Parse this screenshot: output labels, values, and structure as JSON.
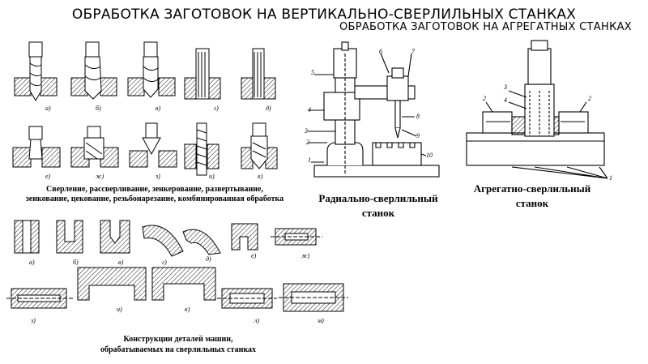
{
  "title": "ОБРАБОТКА ЗАГОТОВОК НА ВЕРТИКАЛЬНО-СВЕРЛИЛЬНЫХ СТАНКАХ",
  "subtitle": "ОБРАБОТКА ЗАГОТОВОК НА АГРЕГАТНЫХ СТАНКАХ",
  "operations_caption": {
    "line1": "Сверление, рассверливание, зенкерование, развертывание,",
    "line2": "зенкование, цекование, резьбонарезание, комбинированная обработка"
  },
  "operations_figure": {
    "row1_labels": [
      "а)",
      "б)",
      "в)",
      "г)",
      "д)"
    ],
    "row2_labels": [
      "е)",
      "ж)",
      "з)",
      "и)",
      "к)"
    ]
  },
  "radial_caption": {
    "line1": "Радиально-сверлильный",
    "line2": "станок"
  },
  "radial_figure": {
    "callouts": [
      "1",
      "2",
      "3",
      "4",
      "5",
      "6",
      "7",
      "8",
      "9",
      "10"
    ]
  },
  "aggregate_caption": {
    "line1": "Агрегатно-сверлильный",
    "line2": "станок"
  },
  "aggregate_figure": {
    "callouts": [
      "1",
      "2",
      "2",
      "3",
      "4"
    ]
  },
  "parts_caption": {
    "line1": "Конструкции деталей машин,",
    "line2": "обрабатываемых на сверлильных станках"
  },
  "parts_figure": {
    "row1_labels": [
      "а)",
      "б)",
      "в)",
      "г)",
      "д)",
      "е)",
      "ж)"
    ],
    "row2_labels": [
      "з)",
      "и)",
      "к)",
      "л)",
      "м)"
    ]
  }
}
